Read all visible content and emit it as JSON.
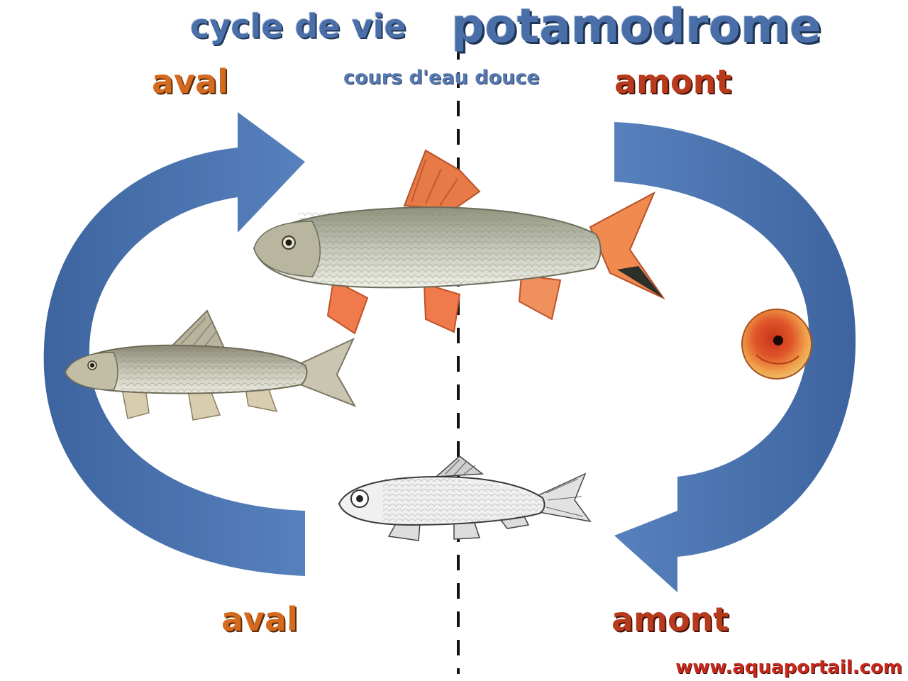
{
  "title": {
    "prefix": "cycle de vie",
    "main": "potamodrome"
  },
  "subtitle": "cours d'eau douce",
  "labels": {
    "aval_top": "aval",
    "amont_top": "amont",
    "aval_bottom": "aval",
    "amont_bottom": "amont"
  },
  "website": "www.aquaportail.com",
  "icons": {
    "left_arrow": "curved-arrow-up-right-icon",
    "right_arrow": "curved-arrow-down-left-icon",
    "divider": "dashed-divider-line"
  },
  "colors": {
    "arrow_blue": "#4a72ad",
    "aval_orange": "#d46a1e",
    "amont_red": "#b83a1c",
    "title_blue": "#4a6fa8",
    "website_red": "#c8281c"
  }
}
